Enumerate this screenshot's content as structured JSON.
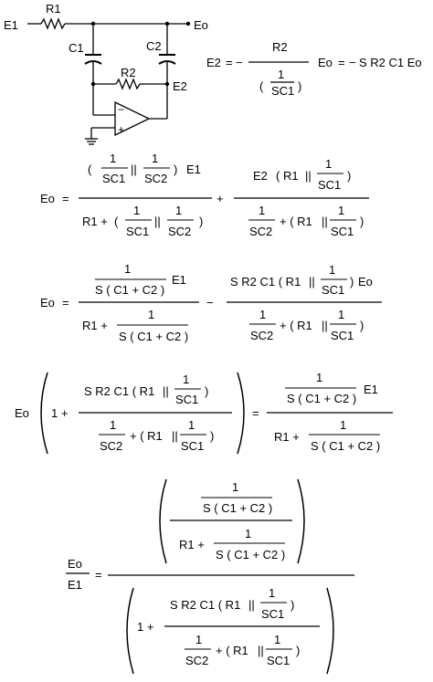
{
  "circuit": {
    "labels": {
      "e1": "E1",
      "r1": "R1",
      "eo": "Eo",
      "c1": "C1",
      "c2": "C2",
      "r2": "R2",
      "e2": "E2"
    },
    "opamp_signs": {
      "minus": "−",
      "plus": "+"
    }
  },
  "text": {
    "E1": "E1",
    "Eo": "Eo",
    "E2": "E2",
    "eq": "=",
    "minus": "−",
    "neg": "−",
    "plus": "+",
    "lp": "(",
    "rp": ")",
    "par": "||",
    "one": "1",
    "one_plus": "1 +",
    "R1": "R1",
    "R2": "R2",
    "R1p": "R1 +",
    "SC1": "SC1",
    "SC2": "SC2",
    "SC1C2": "S ( C1 + C2 )",
    "SR2C1": "S R2 C1",
    "SR2C1E1": "S R2 C1 Eo",
    "SR2C1R1": "S R2 C1 ( R1",
    "R1paren": "( R1",
    "plusR1": "+  ( R1"
  }
}
